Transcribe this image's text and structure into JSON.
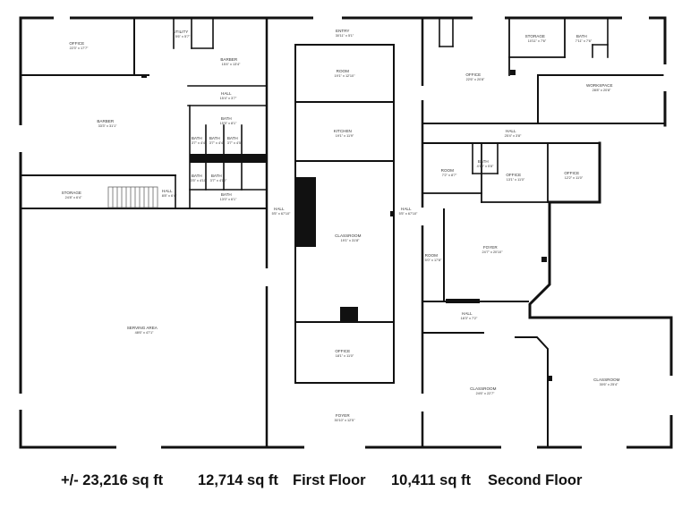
{
  "rooms": [
    {
      "id": "office-nw",
      "name": "OFFICE",
      "dim": "22'3\" x 17'7\""
    },
    {
      "id": "utility",
      "name": "UTILITY",
      "dim": "5'6\" x 5'7\""
    },
    {
      "id": "barber-top",
      "name": "BARBER",
      "dim": "15'4\" x 13'4\""
    },
    {
      "id": "entry",
      "name": "ENTRY",
      "dim": "30'11\" x 5'1\""
    },
    {
      "id": "office-ne",
      "name": "OFFICE",
      "dim": "22'6\" x 20'8\""
    },
    {
      "id": "storage-ne",
      "name": "STORAGE",
      "dim": "10'11\" x 7'6\""
    },
    {
      "id": "bath-ne",
      "name": "BATH",
      "dim": "7'11\" x 7'6\""
    },
    {
      "id": "workspace",
      "name": "WORKSPACE",
      "dim": "28'8\" x 20'8\""
    },
    {
      "id": "hall-upper",
      "name": "HALL",
      "dim": "15'4\" x 3'7\""
    },
    {
      "id": "room-top",
      "name": "ROOM",
      "dim": "19'1\" x 12'10\""
    },
    {
      "id": "barber-left",
      "name": "BARBER",
      "dim": "33'3\" x 31'1\""
    },
    {
      "id": "bath-upper",
      "name": "BATH",
      "dim": "15'5\" x 8'1\""
    },
    {
      "id": "kitchen",
      "name": "KITCHEN",
      "dim": "19'1\" x 11'9\""
    },
    {
      "id": "hall-east",
      "name": "HALL",
      "dim": "25'4\" x 3'8\""
    },
    {
      "id": "bath-a",
      "name": "BATH",
      "dim": "3'7\" x 4'4\""
    },
    {
      "id": "bath-b",
      "name": "BATH",
      "dim": "3'7\" x 4'4\""
    },
    {
      "id": "bath-c",
      "name": "BATH",
      "dim": "3'7\" x 4'5\""
    },
    {
      "id": "room-mid",
      "name": "ROOM",
      "dim": "7'2\" x 8'7\""
    },
    {
      "id": "bath-mid",
      "name": "BATH",
      "dim": "4'10\" x 5'8\""
    },
    {
      "id": "office-mid1",
      "name": "OFFICE",
      "dim": "13'1\" x 11'0\""
    },
    {
      "id": "office-mid2",
      "name": "OFFICE",
      "dim": "12'2\" x 11'0\""
    },
    {
      "id": "bath-d",
      "name": "BATH",
      "dim": "3'5\" x 4'10\""
    },
    {
      "id": "bath-e",
      "name": "BATH",
      "dim": "3'7\" x 4'10\""
    },
    {
      "id": "storage-w",
      "name": "STORAGE",
      "dim": "24'8\" x 6'4\""
    },
    {
      "id": "hall-stair",
      "name": "HALL",
      "dim": "8'8\" x 6'4\""
    },
    {
      "id": "bath-lower",
      "name": "BATH",
      "dim": "13'0\" x 6'1\""
    },
    {
      "id": "hall-w",
      "name": "HALL",
      "dim": "5'5\" x 67'10\""
    },
    {
      "id": "hall-c",
      "name": "HALL",
      "dim": "5'5\" x 67'10\""
    },
    {
      "id": "classroom-c",
      "name": "CLASSROOM",
      "dim": "19'1\" x 31'8\""
    },
    {
      "id": "foyer-e",
      "name": "FOYER",
      "dim": "24'7\" x 20'10\""
    },
    {
      "id": "room-narrow",
      "name": "ROOM",
      "dim": "5'0\" x 17'8\""
    },
    {
      "id": "hall-low",
      "name": "HALL",
      "dim": "18'3\" x 7'2\""
    },
    {
      "id": "serving-area",
      "name": "SERVING AREA",
      "dim": "48'6\" x 47'1\""
    },
    {
      "id": "office-c",
      "name": "OFFICE",
      "dim": "18'1\" x 11'0\""
    },
    {
      "id": "classroom-se1",
      "name": "CLASSROOM",
      "dim": "24'6\" x 22'7\""
    },
    {
      "id": "classroom-se2",
      "name": "CLASSROOM",
      "dim": "30'6\" x 25'4\""
    },
    {
      "id": "foyer-s",
      "name": "FOYER",
      "dim": "30'10\" x 12'5\""
    }
  ],
  "caption": {
    "total": "+/-  23,216 sq ft",
    "first_area": "12,714 sq ft",
    "first_label": "First Floor",
    "second_area": "10,411 sq ft",
    "second_label": "Second Floor"
  }
}
